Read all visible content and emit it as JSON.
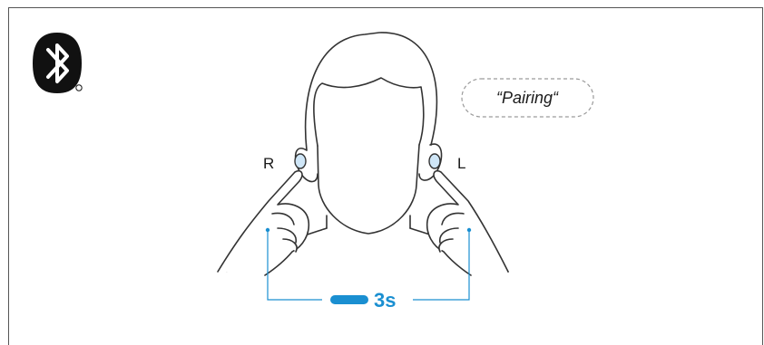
{
  "diagram": {
    "callout": "“Pairing“",
    "labels": {
      "right": "R",
      "left": "L"
    },
    "duration": "3s",
    "colors": {
      "accent": "#1a8fd1",
      "line": "#333333",
      "callout_border": "#9a9a9a",
      "logo": "#111111"
    },
    "icons": {
      "logo": "bluetooth-logo",
      "trademark": "registered-mark"
    }
  }
}
